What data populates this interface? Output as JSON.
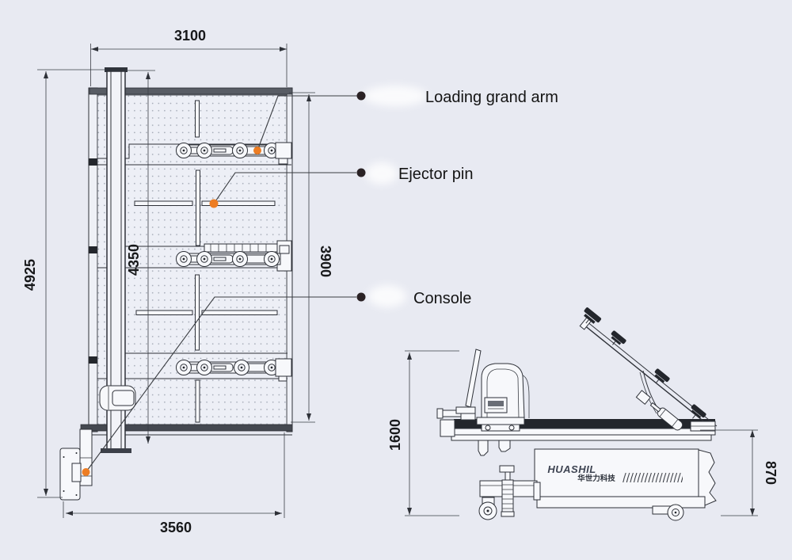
{
  "front_view": {
    "dimensions": {
      "width_top": "3100",
      "height_left": "4925",
      "height_inner": "4350",
      "height_right": "3900",
      "width_bottom": "3560"
    }
  },
  "side_view": {
    "dimensions": {
      "height_overall": "1600",
      "height_table": "870"
    },
    "brand_logo": "HUASHIL",
    "brand_subtitle": "华世力科技"
  },
  "callouts": [
    {
      "label": "Loading grand arm"
    },
    {
      "label": "Ejector pin"
    },
    {
      "label": "Console"
    }
  ],
  "colors": {
    "background": "#E8EAF2",
    "line": "#2E3138",
    "accent_orange": "#ED7D23",
    "marker_dark": "#2A2225"
  }
}
